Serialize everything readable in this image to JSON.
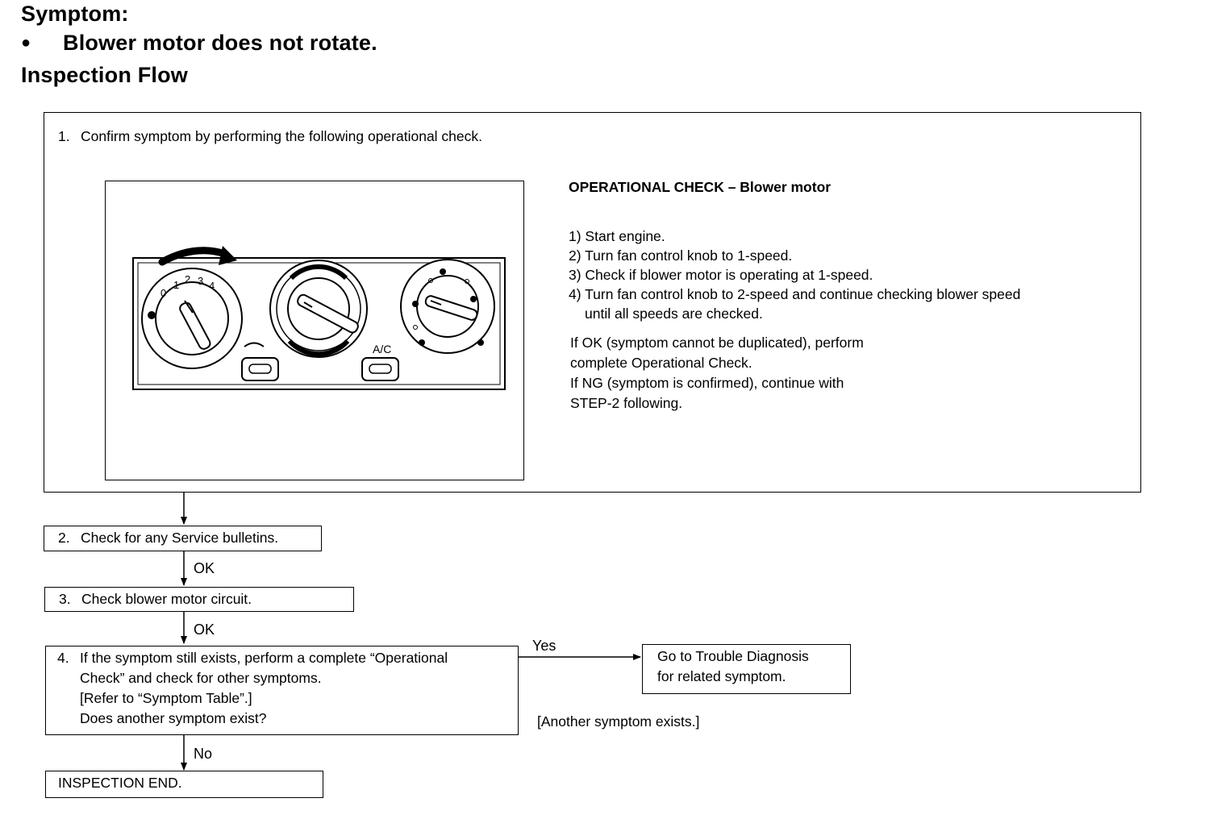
{
  "header": {
    "symptom_heading": "Symptom:",
    "bullet": "●",
    "symptom": "Blower motor does not rotate.",
    "flow_heading": "Inspection Flow"
  },
  "step1": {
    "number": "1.",
    "text": "Confirm symptom by performing the following operational check.",
    "check_title": "OPERATIONAL CHECK – Blower motor",
    "check_steps": [
      "1) Start engine.",
      "2) Turn fan control knob to 1-speed.",
      "3) Check if blower motor is operating at 1-speed.",
      "4) Turn fan control knob to 2-speed and continue checking blower speed",
      "until all speeds are checked."
    ],
    "note_lines": [
      "If OK (symptom cannot be duplicated), perform",
      "complete Operational Check.",
      "If NG (symptom is confirmed), continue with",
      "STEP-2 following."
    ],
    "panel": {
      "speed_labels": [
        "0",
        "1",
        "2",
        "3",
        "4"
      ],
      "ac_label": "A/C"
    }
  },
  "step2": {
    "number": "2.",
    "text": "Check for any Service bulletins."
  },
  "step3": {
    "number": "3.",
    "text": "Check blower motor circuit."
  },
  "step4": {
    "number": "4.",
    "lines": [
      "If the symptom still exists, perform a complete “Operational",
      "Check” and check for other symptoms.",
      "[Refer to “Symptom Table”.]",
      "Does another symptom exist?"
    ]
  },
  "trouble": {
    "lines": [
      "Go to Trouble Diagnosis",
      "for related symptom."
    ]
  },
  "another": "[Another symptom exists.]",
  "end": "INSPECTION END.",
  "connectors": {
    "ok1": "OK",
    "ok2": "OK",
    "yes": "Yes",
    "no": "No"
  }
}
